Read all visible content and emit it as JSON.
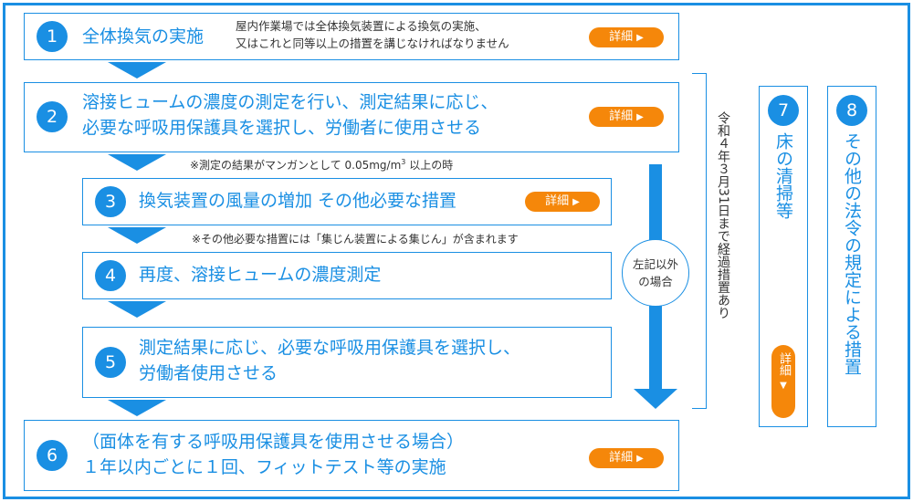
{
  "steps": [
    {
      "num": "1",
      "title": "全体換気の実施",
      "desc1": "屋内作業場では全体換気装置による換気の実施、",
      "desc2": "又はこれと同等以上の措置を講じなければなりません"
    },
    {
      "num": "2",
      "title1": "溶接ヒュームの濃度の測定を行い、測定結果に応じ、",
      "title2": "必要な呼吸用保護具を選択し、労働者に使用させる"
    },
    {
      "num": "3",
      "title": "換気装置の風量の増加 その他必要な措置"
    },
    {
      "num": "4",
      "title": "再度、溶接ヒュームの濃度測定"
    },
    {
      "num": "5",
      "title1": "測定結果に応じ、必要な呼吸用保護具を選択し、",
      "title2": "労働者使用させる"
    },
    {
      "num": "6",
      "title1": "（面体を有する呼吸用保護具を使用させる場合）",
      "title2": "１年以内ごとに１回、フィットテスト等の実施"
    },
    {
      "num": "7",
      "title": "床の清掃等"
    },
    {
      "num": "8",
      "title": "その他の法令の規定による措置"
    }
  ],
  "notes": {
    "manganese": "※測定の結果がマンガンとして 0.05mg/m",
    "manganese_sup": "3",
    "manganese_end": " 以上の時",
    "other_measures": "※その他必要な措置には「集じん装置による集じん」が含まれます"
  },
  "circle": {
    "line1": "左記以外",
    "line2": "の場合"
  },
  "transition": "令和４年３月31日まで経過措置あり",
  "detail_label": "詳細",
  "detail_tri": "▶",
  "vdetail_label": "詳細",
  "vdetail_tri": "▼",
  "colors": {
    "accent": "#1a8fe3",
    "button": "#f5870a"
  }
}
